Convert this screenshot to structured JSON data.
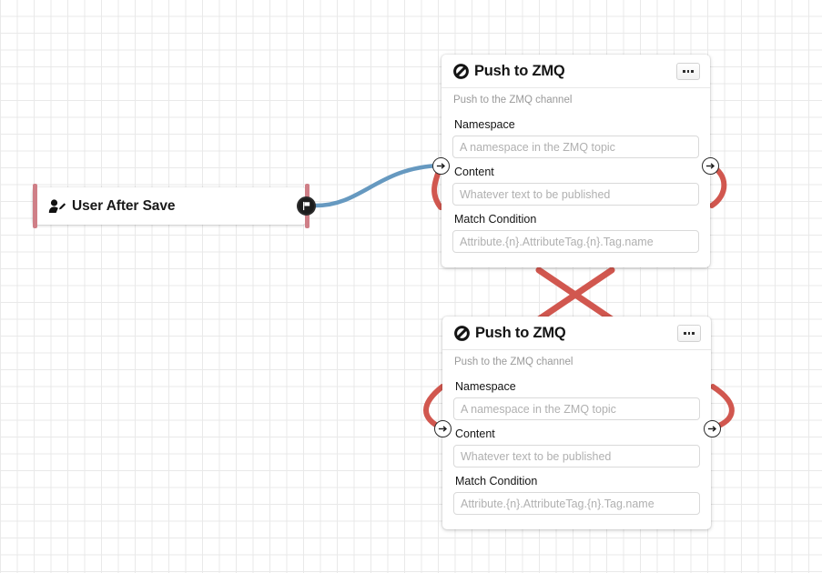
{
  "canvas": {
    "grid_color": "#e9e9e9",
    "background": "#ffffff",
    "edge_colors": {
      "active": "#6699c0",
      "inactive": "#d1574f"
    }
  },
  "trigger_node": {
    "label": "User After Save",
    "icon": "user-edit-icon",
    "accent_color": "#cf7f87",
    "output_handle_icon": "flag-icon"
  },
  "nodes": [
    {
      "id": "push-to-zmq-1",
      "title": "Push to ZMQ",
      "icon": "ban-icon",
      "subtitle": "Push to the ZMQ channel",
      "menu_label": "•••",
      "fields": [
        {
          "label": "Namespace",
          "value": "",
          "placeholder": "A namespace in the ZMQ topic"
        },
        {
          "label": "Content",
          "value": "",
          "placeholder": "Whatever text to be published"
        },
        {
          "label": "Match Condition",
          "value": "",
          "placeholder": "Attribute.{n}.AttributeTag.{n}.Tag.name"
        }
      ]
    },
    {
      "id": "push-to-zmq-2",
      "title": "Push to ZMQ",
      "icon": "ban-icon",
      "subtitle": "Push to the ZMQ channel",
      "menu_label": "•••",
      "fields": [
        {
          "label": "Namespace",
          "value": "",
          "placeholder": "A namespace in the ZMQ topic"
        },
        {
          "label": "Content",
          "value": "",
          "placeholder": "Whatever text to be published"
        },
        {
          "label": "Match Condition",
          "value": "",
          "placeholder": "Attribute.{n}.AttributeTag.{n}.Tag.name"
        }
      ]
    }
  ],
  "handles": {
    "input_icon": "arrow-right-icon",
    "output_icon": "arrow-right-icon"
  }
}
